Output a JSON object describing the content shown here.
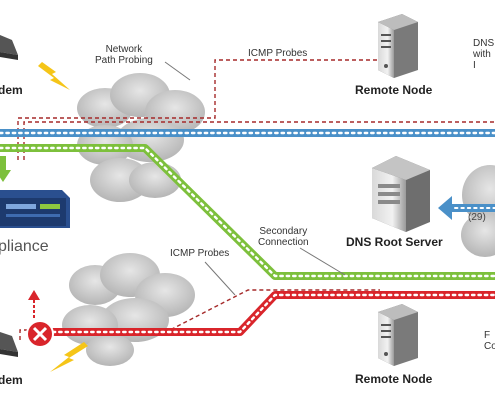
{
  "labels": {
    "modem_top": "dem",
    "modem_bottom": "dem",
    "appliance": "pliance",
    "network_path_probing": [
      "Network",
      "Path Probing"
    ],
    "icmp_probes_top": "ICMP Probes",
    "icmp_probes_mid": "ICMP Probes",
    "remote_node_top": "Remote Node",
    "remote_node_bottom": "Remote Node",
    "dns_root_server": "DNS Root Server",
    "secondary_connection": [
      "Secondary",
      "Connection"
    ],
    "dns_partial": [
      "DNS",
      "with",
      "I"
    ],
    "right_partial": [
      "F",
      "Co"
    ],
    "arrow_count": "(29)"
  },
  "icons": {
    "lightning": "lightning-bolt-icon",
    "server": "server-tower-icon",
    "cloud": "cloud-icon",
    "failure": "x-circle-icon",
    "arrow": "arrow-icon"
  },
  "colors": {
    "blue_link": "#4a90c8",
    "green_link": "#7dc03c",
    "red_link": "#d9252b",
    "probe_line": "#a52a2a",
    "lightning": "#f5c518",
    "failure": "#d9252b"
  }
}
